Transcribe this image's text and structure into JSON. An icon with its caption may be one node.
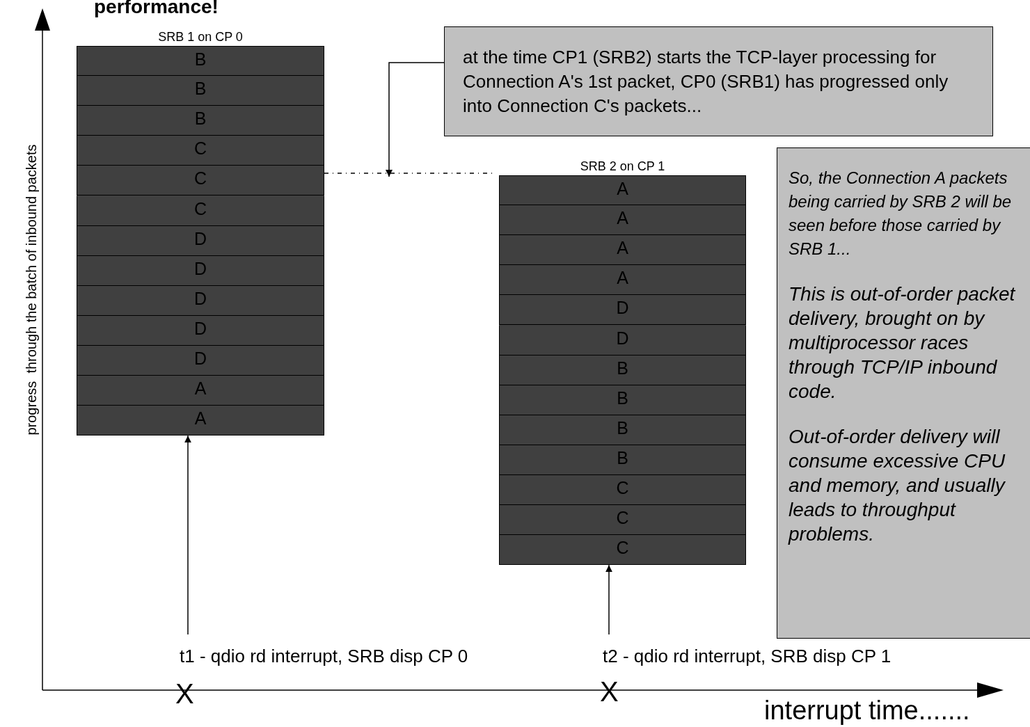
{
  "diagram": {
    "title": "performance!",
    "nodes": [
      {
        "text": [
          "SRB 1 on CP 0"
        ]
      },
      {
        "text": [
          "B"
        ],
        "in": 0
      },
      {
        "text": [
          "B"
        ],
        "in": 0
      },
      {
        "text": [
          "B"
        ],
        "in": 0
      },
      {
        "text": [
          "C"
        ],
        "in": 0
      },
      {
        "text": [
          "C"
        ],
        "in": 0
      },
      {
        "text": [
          "C"
        ],
        "in": 0
      },
      {
        "text": [
          "D"
        ],
        "in": 0
      },
      {
        "text": [
          "D"
        ],
        "in": 0
      },
      {
        "text": [
          "D"
        ],
        "in": 0
      },
      {
        "text": [
          "D"
        ],
        "in": 0
      },
      {
        "text": [
          "D"
        ],
        "in": 0
      },
      {
        "text": [
          "A"
        ],
        "in": 0
      },
      {
        "text": [
          "A"
        ],
        "in": 0
      },
      {
        "text": [
          "SRB 2 on CP 1"
        ]
      },
      {
        "text": [
          "A"
        ],
        "in": 14
      },
      {
        "text": [
          "A"
        ],
        "in": 14
      },
      {
        "text": [
          "A"
        ],
        "in": 14
      },
      {
        "text": [
          "A"
        ],
        "in": 14
      },
      {
        "text": [
          "D"
        ],
        "in": 14
      },
      {
        "text": [
          "D"
        ],
        "in": 14
      },
      {
        "text": [
          "B"
        ],
        "in": 14
      },
      {
        "text": [
          "B"
        ],
        "in": 14
      },
      {
        "text": [
          "B"
        ],
        "in": 14
      },
      {
        "text": [
          "B"
        ],
        "in": 14
      },
      {
        "text": [
          "C"
        ],
        "in": 14
      },
      {
        "text": [
          "C"
        ],
        "in": 14
      },
      {
        "text": [
          "C"
        ],
        "in": 14
      },
      {
        "text": [
          "at the time CP1 (SRB2) starts the TCP-layer processing for Connection A's 1st packet, CP0 (SRB1) has progressed only into Connection C's packets..."
        ]
      },
      {
        "text": [
          "So, the Connection A packets being carried by SRB 2 will be seen before those carried by SRB 1...",
          "This is out-of-order packet delivery, brought on by multiprocessor races through TCP/IP inbound code.",
          "Out-of-order delivery will consume excessive CPU and memory, and usually leads to throughput problems."
        ]
      },
      {
        "text": [
          "t1 - qdio rd interrupt, SRB disp CP 0"
        ]
      },
      {
        "text": [
          "t2 - qdio rd interrupt, SRB disp CP 1"
        ]
      }
    ],
    "edges": [
      {
        "from": 30,
        "to": 0,
        "arrow": "to"
      },
      {
        "from": 31,
        "to": 14,
        "arrow": "to"
      },
      {
        "from": 28,
        "to": null,
        "arrow": "to"
      },
      {
        "from": 5,
        "to": 14,
        "arrow": "none",
        "style": "dashed"
      }
    ],
    "labels": [
      "progress  through the batch of inbound packets",
      "X",
      "X",
      "interrupt time......."
    ]
  }
}
